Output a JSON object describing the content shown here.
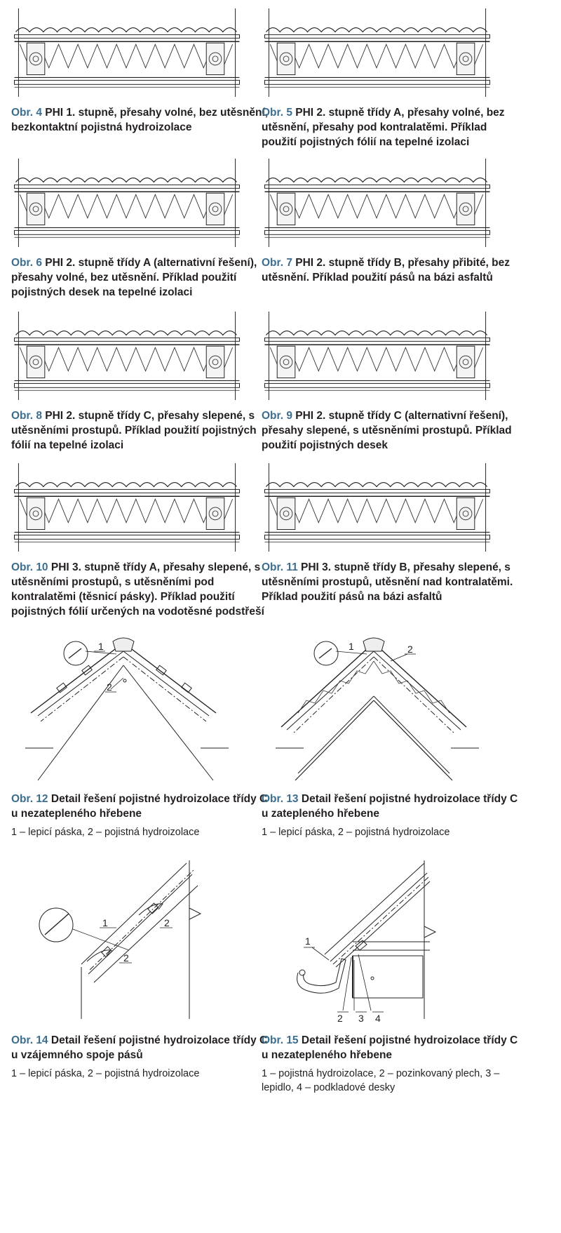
{
  "figures": [
    {
      "num": "Obr. 4",
      "title": "PHI 1. stupně, přesahy volné, bez utěsnění, bezkontaktní pojistná hydroizolace",
      "legend": ""
    },
    {
      "num": "Obr. 5",
      "title": "PHI 2. stupně třídy A, přesahy volné, bez utěsnění, přesahy pod kontralatěmi. Příklad použití pojistných fólií na tepelné izolaci",
      "legend": ""
    },
    {
      "num": "Obr. 6",
      "title": "PHI 2. stupně třídy A (alternativní řešení), přesahy volné, bez utěsnění. Příklad použití pojistných desek na tepelné izolaci",
      "legend": ""
    },
    {
      "num": "Obr. 7",
      "title": "PHI 2. stupně třídy B, přesahy přibité, bez utěsnění. Příklad použití pásů na bázi asfaltů",
      "legend": ""
    },
    {
      "num": "Obr. 8",
      "title": "PHI 2. stupně třídy C, přesahy slepené, s utěsněními prostupů. Příklad použití pojistných fólií na tepelné izolaci",
      "legend": ""
    },
    {
      "num": "Obr. 9",
      "title": "PHI 2. stupně třídy C (alternativní řešení), přesahy slepené, s utěsněními prostupů. Příklad použití pojistných desek",
      "legend": ""
    },
    {
      "num": "Obr. 10",
      "title": "PHI 3. stupně třídy A, přesahy slepené, s utěsněními prostupů, s utěsněními pod kontralatěmi (těsnicí pásky). Příklad použití pojistných fólií určených na vodotěsné podstřeší",
      "legend": ""
    },
    {
      "num": "Obr. 11",
      "title": "PHI 3. stupně třídy B, přesahy slepené, s utěsněními prostupů, utěsnění nad kontralatěmi. Příklad použití pásů na bázi asfaltů",
      "legend": ""
    },
    {
      "num": "Obr. 12",
      "title": "Detail řešení pojistné hydroizolace třídy C u nezatepleného hřebene",
      "legend": "1 – lepicí páska, 2 – pojistná hydroizolace"
    },
    {
      "num": "Obr. 13",
      "title": "Detail řešení pojistné hydroizolace třídy C u zatepleného hřebene",
      "legend": "1 – lepicí páska, 2 – pojistná hydroizolace"
    },
    {
      "num": "Obr. 14",
      "title": "Detail řešení pojistné hydroizolace třídy C u vzájemného spoje pásů",
      "legend": "1 – lepicí páska, 2 – pojistná hydroizolace"
    },
    {
      "num": "Obr. 15",
      "title": "Detail řešení pojistné hydroizolace třídy C u nezatepleného hřebene",
      "legend": "1 – pojistná hydroizolace, 2 – pozinkovaný plech, 3 – lepidlo, 4 – podkladové desky"
    }
  ],
  "labels": {
    "one": "1",
    "two": "2",
    "three": "3",
    "four": "4"
  }
}
